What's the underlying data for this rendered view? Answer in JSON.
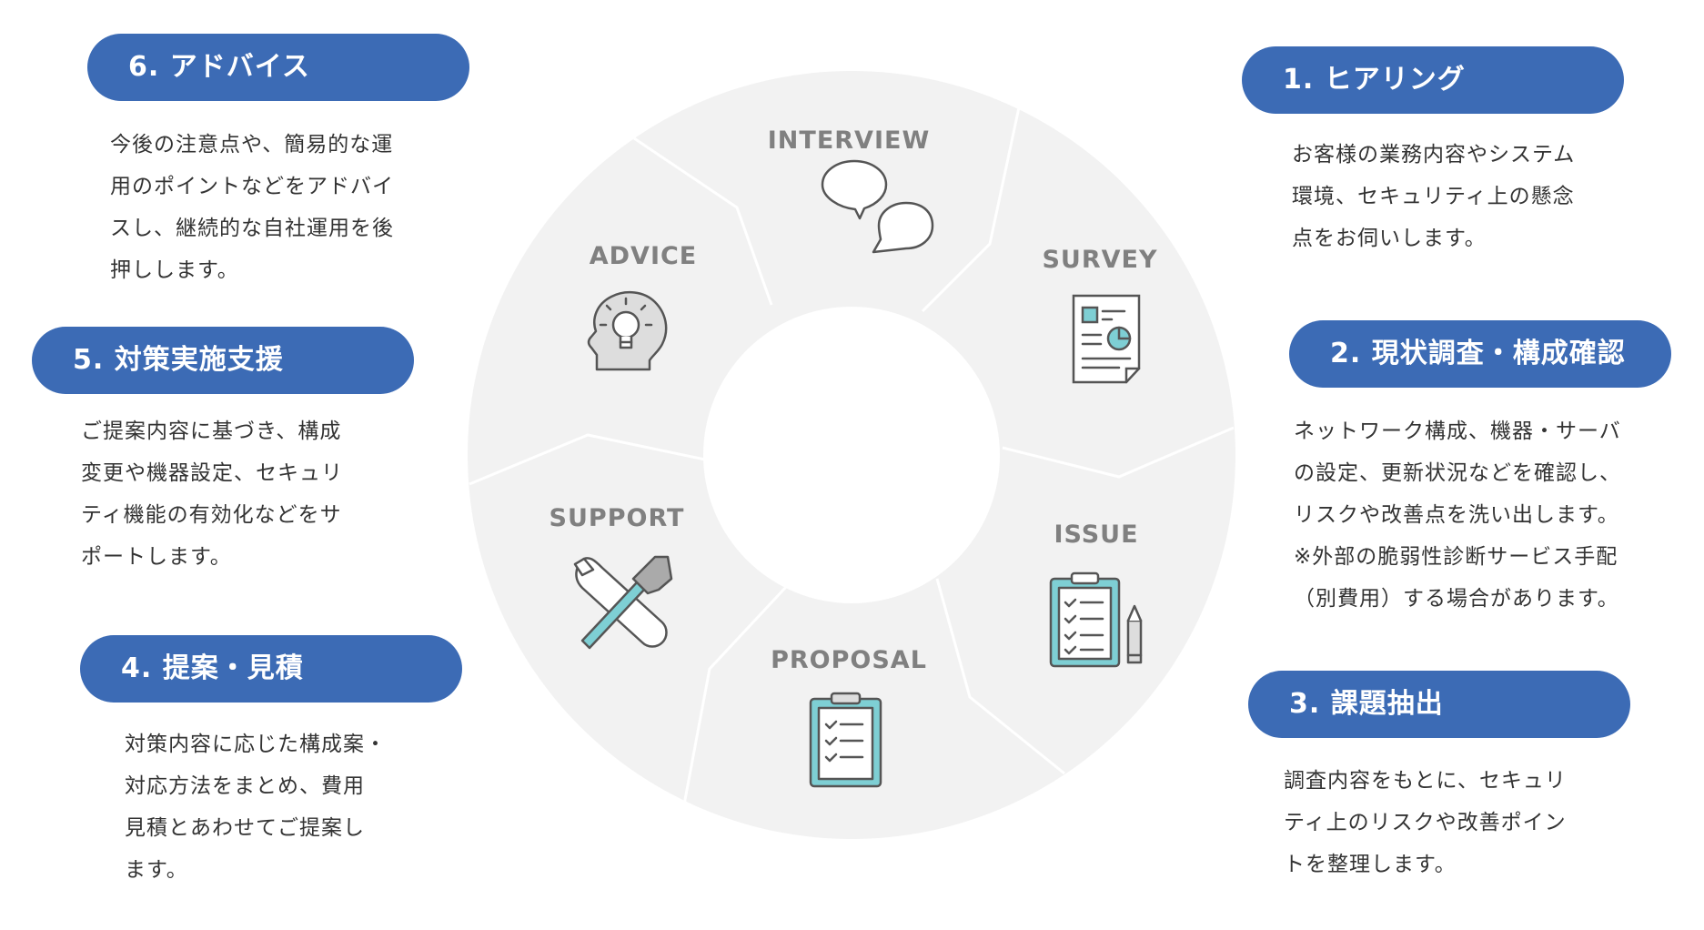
{
  "steps": [
    {
      "label": "1. ヒアリング",
      "desc": [
        "お客様の業務内容やシステム",
        "環境、セキュリティ上の懸念",
        "点をお伺いします。"
      ]
    },
    {
      "label": "2. 現状調査・構成確認",
      "desc": [
        "ネットワーク構成、機器・サーバ",
        "の設定、更新状況などを確認し、",
        "リスクや改善点を洗い出します。",
        "※外部の脆弱性診断サービス手配",
        "（別費用）する場合があります。"
      ]
    },
    {
      "label": "3. 課題抽出",
      "desc": [
        "調査内容をもとに、セキュリ",
        "ティ上のリスクや改善ポイン",
        "トを整理します。"
      ]
    },
    {
      "label": "4. 提案・見積",
      "desc": [
        "対策内容に応じた構成案・",
        "対応方法をまとめ、費用",
        "見積とあわせてご提案し",
        "ます。"
      ]
    },
    {
      "label": "5. 対策実施支援",
      "desc": [
        "ご提案内容に基づき、構成",
        "変更や機器設定、セキュリ",
        "ティ機能の有効化などをサ",
        "ポートします。"
      ]
    },
    {
      "label": "6. アドバイス",
      "desc": [
        "今後の注意点や、簡易的な運",
        "用のポイントなどをアドバイ",
        "スし、継続的な自社運用を後",
        "押しします。"
      ]
    }
  ],
  "cycle": {
    "segments": [
      {
        "label": "INTERVIEW",
        "icon": "speech-bubbles-icon"
      },
      {
        "label": "SURVEY",
        "icon": "report-document-icon"
      },
      {
        "label": "ISSUE",
        "icon": "checklist-pencil-icon"
      },
      {
        "label": "PROPOSAL",
        "icon": "clipboard-checklist-icon"
      },
      {
        "label": "SUPPORT",
        "icon": "wrench-hammer-icon"
      },
      {
        "label": "ADVICE",
        "icon": "head-lightbulb-icon"
      }
    ]
  },
  "colors": {
    "pill": "#3c6bb5",
    "ring": "#f2f2f2",
    "divider": "#ffffff",
    "label": "#808080",
    "icon_accent": "#7ecfd4"
  }
}
